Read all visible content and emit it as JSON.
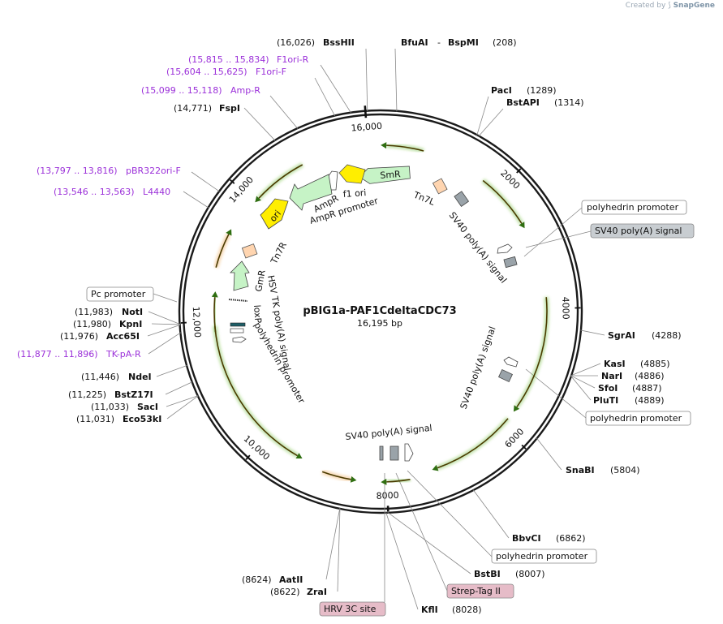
{
  "watermark": {
    "prefix": "Created by",
    "brand": "SnapGene"
  },
  "plasmid": {
    "name": "pBIG1a-PAF1CdeltaCDC73",
    "size_label": "16,195 bp",
    "total_bp": 16195
  },
  "ticks": [
    {
      "bp": 16000,
      "label": "16,000"
    },
    {
      "bp": 2000,
      "label": "2000"
    },
    {
      "bp": 4000,
      "label": "4000"
    },
    {
      "bp": 6000,
      "label": "6000"
    },
    {
      "bp": 8000,
      "label": "8000"
    },
    {
      "bp": 10000,
      "label": "10,000"
    },
    {
      "bp": 12000,
      "label": "12,000"
    },
    {
      "bp": 14000,
      "label": "14,000"
    }
  ],
  "enzymes": [
    {
      "name": "BssHII",
      "pos": "(16,026)"
    },
    {
      "name": "BfuAI",
      "name2": "BspMI",
      "pos": "(208)"
    },
    {
      "name": "PacI",
      "pos": "(1289)"
    },
    {
      "name": "BstAPI",
      "pos": "(1314)"
    },
    {
      "name": "SgrAI",
      "pos": "(4288)"
    },
    {
      "name": "KasI",
      "pos": "(4885)"
    },
    {
      "name": "NarI",
      "pos": "(4886)"
    },
    {
      "name": "SfoI",
      "pos": "(4887)"
    },
    {
      "name": "PluTI",
      "pos": "(4889)"
    },
    {
      "name": "SnaBI",
      "pos": "(5804)"
    },
    {
      "name": "BbvCI",
      "pos": "(6862)"
    },
    {
      "name": "BstBI",
      "pos": "(8007)"
    },
    {
      "name": "KflI",
      "pos": "(8028)"
    },
    {
      "name": "ZraI",
      "pos": "(8622)"
    },
    {
      "name": "AatII",
      "pos": "(8624)"
    },
    {
      "name": "Eco53kI",
      "pos": "(11,031)"
    },
    {
      "name": "SacI",
      "pos": "(11,033)"
    },
    {
      "name": "BstZ17I",
      "pos": "(11,225)"
    },
    {
      "name": "NdeI",
      "pos": "(11,446)"
    },
    {
      "name": "Acc65I",
      "pos": "(11,976)"
    },
    {
      "name": "KpnI",
      "pos": "(11,980)"
    },
    {
      "name": "NotI",
      "pos": "(11,983)"
    },
    {
      "name": "FspI",
      "pos": "(14,771)"
    }
  ],
  "primers": [
    {
      "range": "(15,815 .. 15,834)",
      "name": "F1ori-R"
    },
    {
      "range": "(15,604 .. 15,625)",
      "name": "F1ori-F"
    },
    {
      "range": "(15,099 .. 15,118)",
      "name": "Amp-R"
    },
    {
      "range": "(13,797 .. 13,816)",
      "name": "pBR322ori-F"
    },
    {
      "range": "(13,546 .. 13,563)",
      "name": "L4440"
    },
    {
      "range": "(11,877 .. 11,896)",
      "name": "TK-pA-R"
    }
  ],
  "boxed_features": [
    {
      "label": "polyhedrin promoter",
      "style": "white"
    },
    {
      "label": "SV40 poly(A) signal",
      "style": "gray"
    },
    {
      "label": "polyhedrin promoter",
      "style": "white"
    },
    {
      "label": "polyhedrin promoter",
      "style": "white"
    },
    {
      "label": "Strep-Tag II",
      "style": "pink"
    },
    {
      "label": "HRV 3C site",
      "style": "pink"
    },
    {
      "label": "Pc promoter",
      "style": "white"
    }
  ],
  "inner_features": {
    "smr": "SmR",
    "ori": "ori",
    "ampr": "AmpR",
    "ampr_promoter": "AmpR promoter",
    "f1ori": "f1 ori",
    "tn7l": "Tn7L",
    "tn7r": "Tn7R",
    "gmr": "GmR",
    "hsv": "HSV TK poly(A) signal",
    "loxp": "loxP",
    "polh_left": "polyhedrin promoter",
    "sv40_a": "SV40 poly(A) signal",
    "sv40_b": "SV40 poly(A) signal",
    "sv40_c": "SV40 poly(A) signal"
  },
  "colors": {
    "backbone": "#1a1a1a",
    "cds_green": "#56b11a",
    "cds_orange": "#e8902a",
    "resistance_fill": "#c6f3c6",
    "origin_fill": "#ffee00",
    "tn7_fill": "#ffd5b0",
    "polyA_gray": "#9aa3a9",
    "primer_purple": "#9b30d9",
    "tag_pink": "#e6bcc8"
  }
}
